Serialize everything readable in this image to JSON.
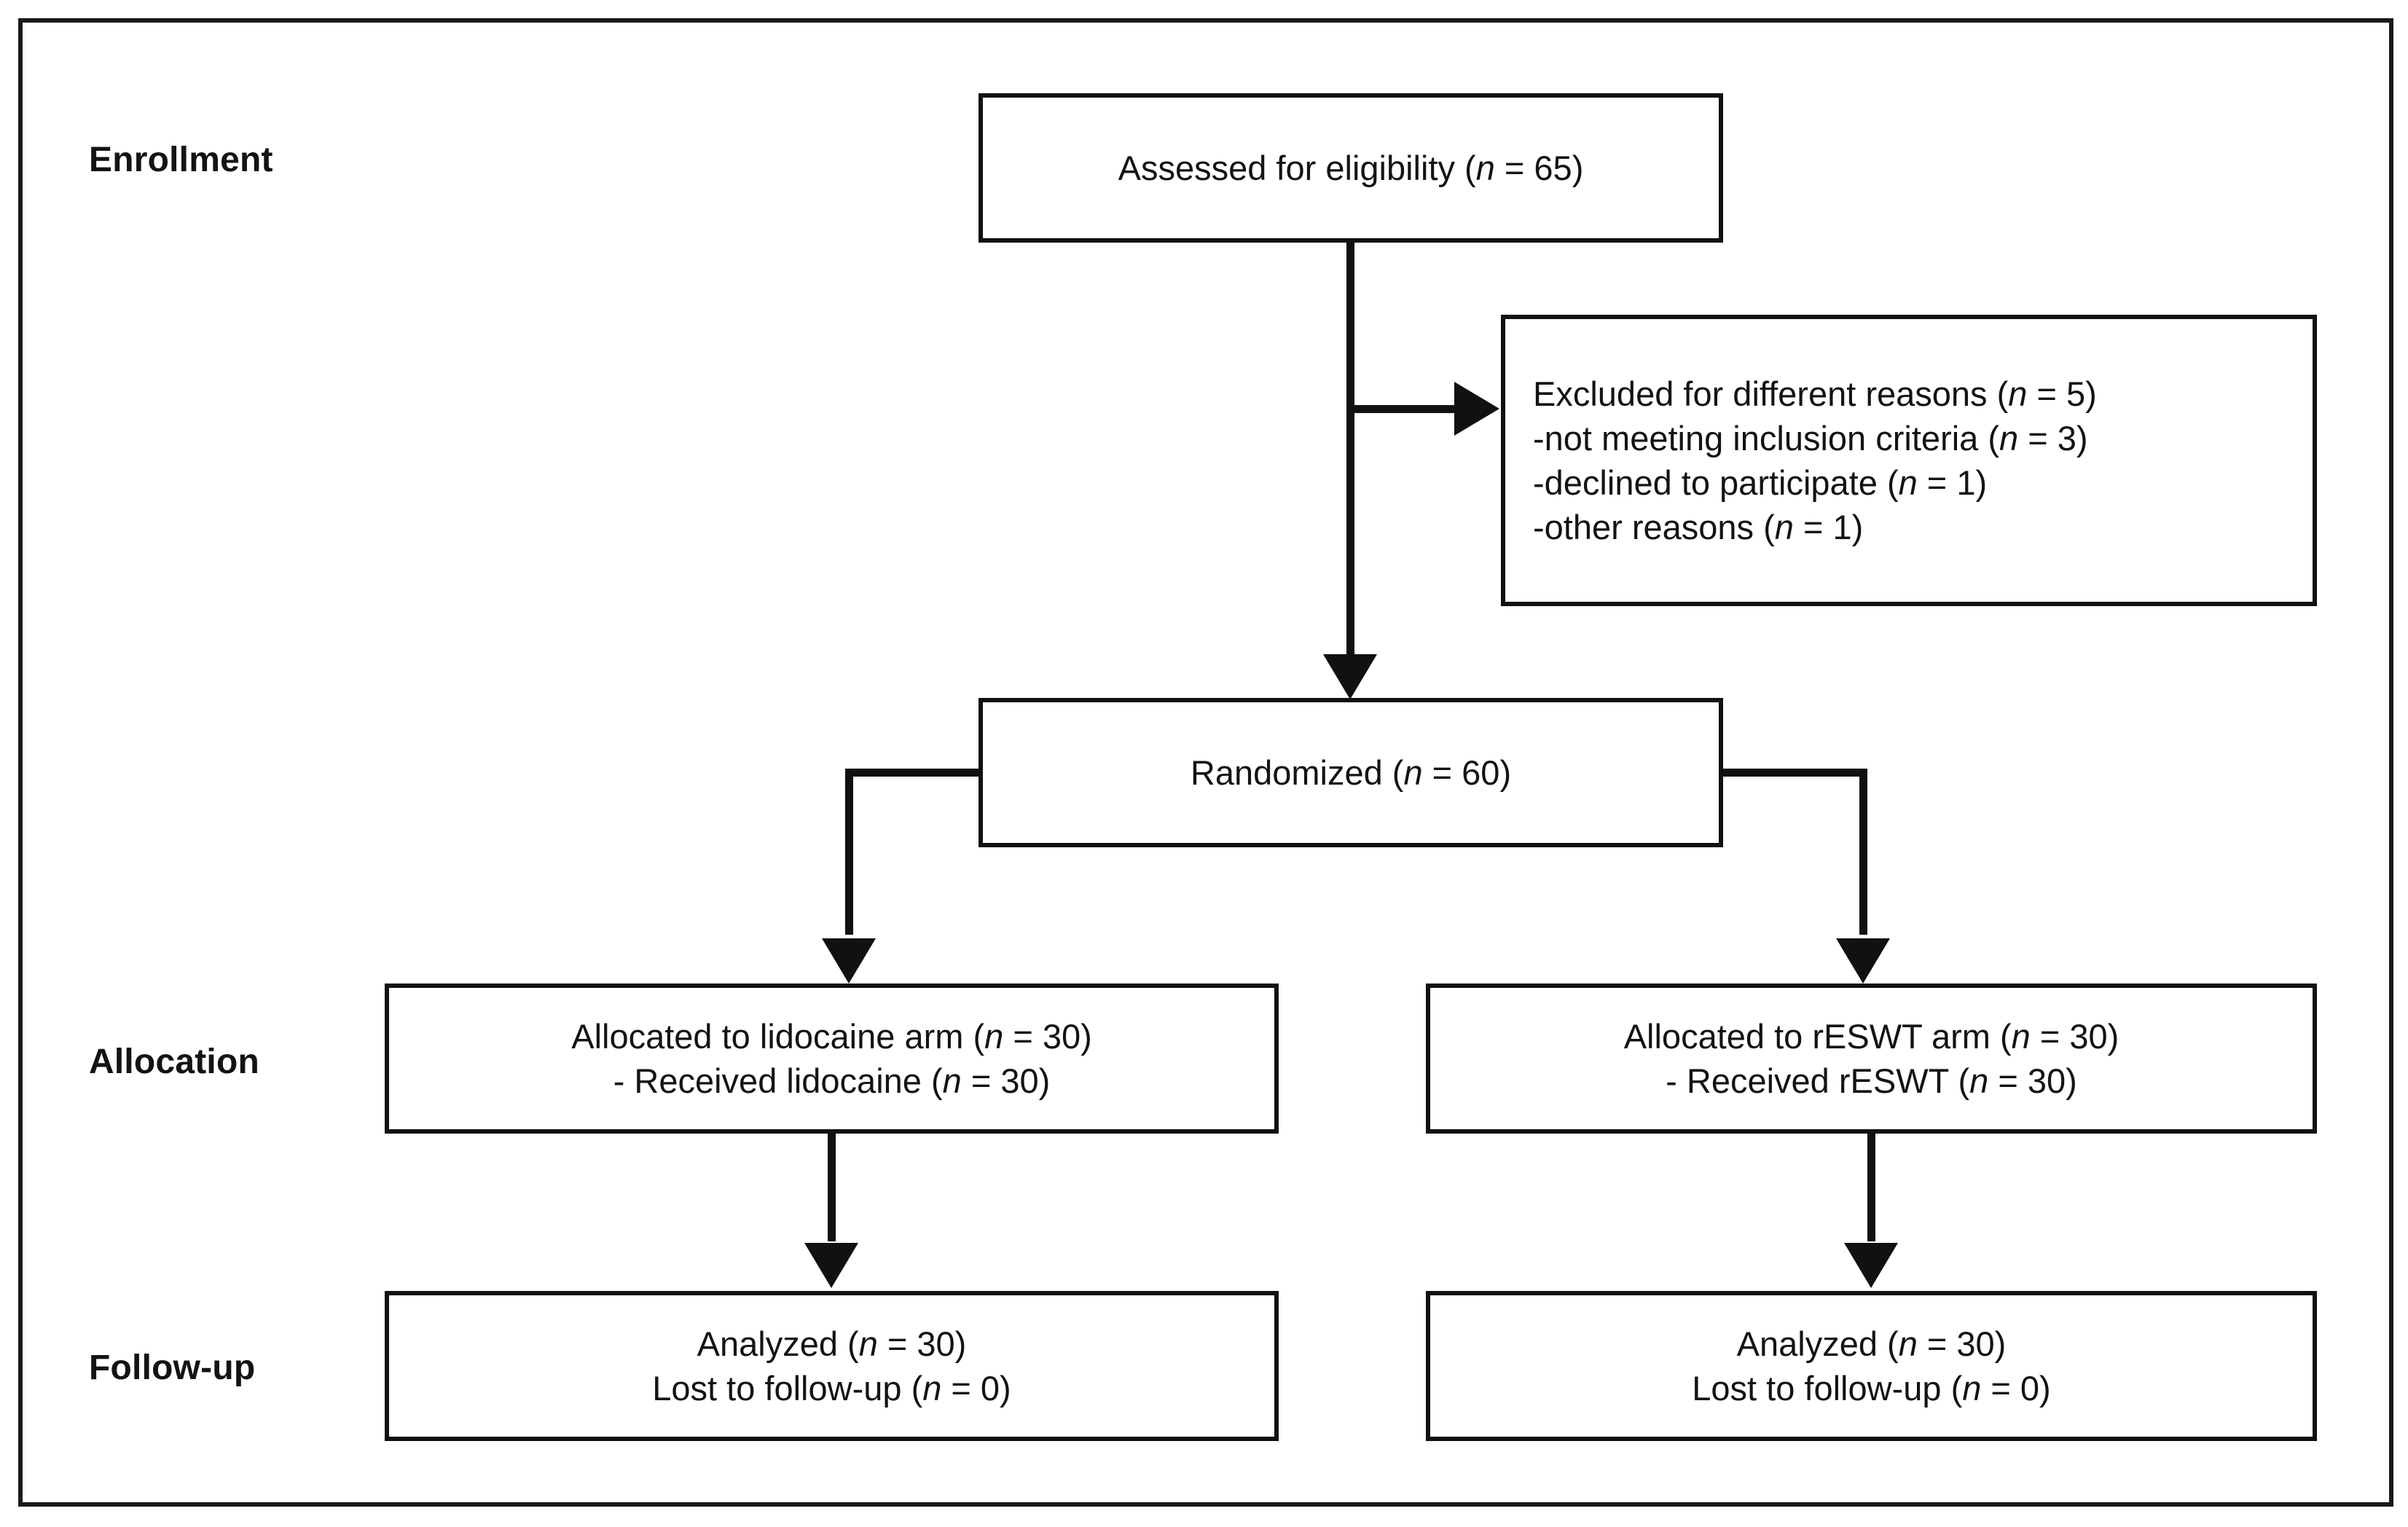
{
  "figure": {
    "type": "consort-flow-diagram",
    "frame_color": "#1a1a1a",
    "text_color": "#131313"
  },
  "stages": {
    "enrollment": "Enrollment",
    "allocation": "Allocation",
    "followup": "Follow-up"
  },
  "boxes": {
    "assessed": {
      "label": "Assessed for eligibility (n = 65)",
      "text": "Assessed for eligibility (",
      "italic_n": "n",
      "tail": " = 65)",
      "n": 65
    },
    "excluded": {
      "title": "Excluded for different reasons (n = 5)",
      "n": 5,
      "reasons": [
        {
          "label": "-not meeting inclusion criteria (n = 3)",
          "n": 3
        },
        {
          "label": "-declined to participate (n = 1)",
          "n": 1
        },
        {
          "label": "-other reasons (n = 1)",
          "n": 1
        }
      ]
    },
    "randomized": {
      "label": "Randomized (n = 60)",
      "n": 60
    },
    "allocation_left": {
      "line1": "Allocated to lidocaine arm (n = 30)",
      "line2": "- Received lidocaine (n = 30)",
      "allocated_n": 30,
      "received_n": 30
    },
    "allocation_right": {
      "line1": "Allocated to rESWT arm (n = 30)",
      "line2": "- Received rESWT (n = 30)",
      "allocated_n": 30,
      "received_n": 30
    },
    "followup_left": {
      "line1": "Analyzed (n = 30)",
      "line2": "Lost to follow-up (n = 0)",
      "analyzed_n": 30,
      "lost_n": 0
    },
    "followup_right": {
      "line1": "Analyzed (n = 30)",
      "line2": "Lost to follow-up (n = 0)",
      "analyzed_n": 30,
      "lost_n": 0
    }
  },
  "connectors": {
    "assessed_to_randomized": "arrow-down",
    "assessed_to_excluded": "arrow-right",
    "randomized_to_left_allocation": "elbow-arrow-down",
    "randomized_to_right_allocation": "elbow-arrow-down",
    "left_allocation_to_left_followup": "arrow-down",
    "right_allocation_to_right_followup": "arrow-down"
  }
}
